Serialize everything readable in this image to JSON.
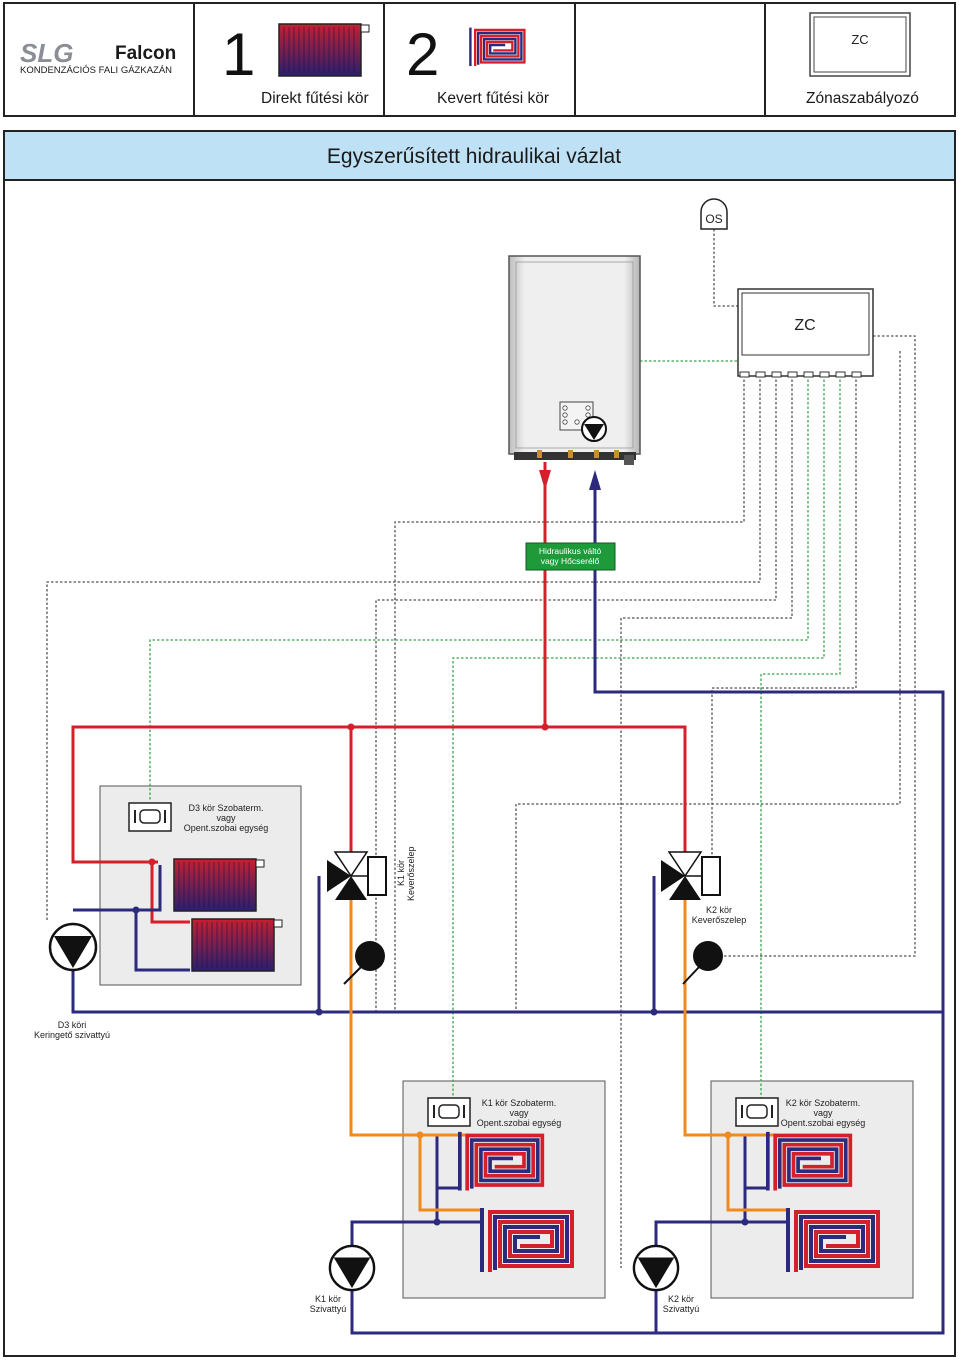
{
  "header": {
    "brand_name": "Falcon",
    "brand_prefix": "SLG",
    "brand_tagline": "KONDENZÁCIÓS FALI GÁZKAZÁN",
    "cell1_number": "1",
    "cell1_label": "Direkt fűtési kör",
    "cell2_number": "2",
    "cell2_label": "Kevert fűtési kör",
    "cell3_device": "ZC",
    "cell3_label": "Zónaszabályozó"
  },
  "title": "Egyszerűsített hidraulikai vázlat",
  "diagram": {
    "outdoor_sensor": "OS",
    "zone_controller": "ZC",
    "hydraulic_separator": [
      "Hidraulikus váltó",
      "vagy Hőcserélő"
    ],
    "d3_room_unit": [
      "D3 kör Szobaterm.",
      "vagy",
      "Opent.szobai egység"
    ],
    "k1_mixing_valve": [
      "K1 kör",
      "Keverőszelep"
    ],
    "k2_mixing_valve": [
      "K2 kör",
      "Keverőszelep"
    ],
    "d3_pump": [
      "D3 köri",
      "Keringető szivattyú"
    ],
    "k1_room_unit": [
      "K1 kör Szobaterm.",
      "vagy",
      "Opent.szobai egység"
    ],
    "k2_room_unit": [
      "K2 kör Szobaterm.",
      "vagy",
      "Opent.szobai egység"
    ],
    "k1_pump": [
      "K1 kör",
      "Szivattyú"
    ],
    "k2_pump": [
      "K2 kör",
      "Szivattyú"
    ]
  },
  "colors": {
    "supply": "#d4202a",
    "return": "#2b2a7c",
    "mixed_supply": "#ee8a1e",
    "control_wire": "#6a6a6a",
    "sensor_wire": "#3aa34a",
    "title_bar": "#bfe1f5",
    "separator": "#1f9a3a",
    "zone_box": "#ececec"
  }
}
